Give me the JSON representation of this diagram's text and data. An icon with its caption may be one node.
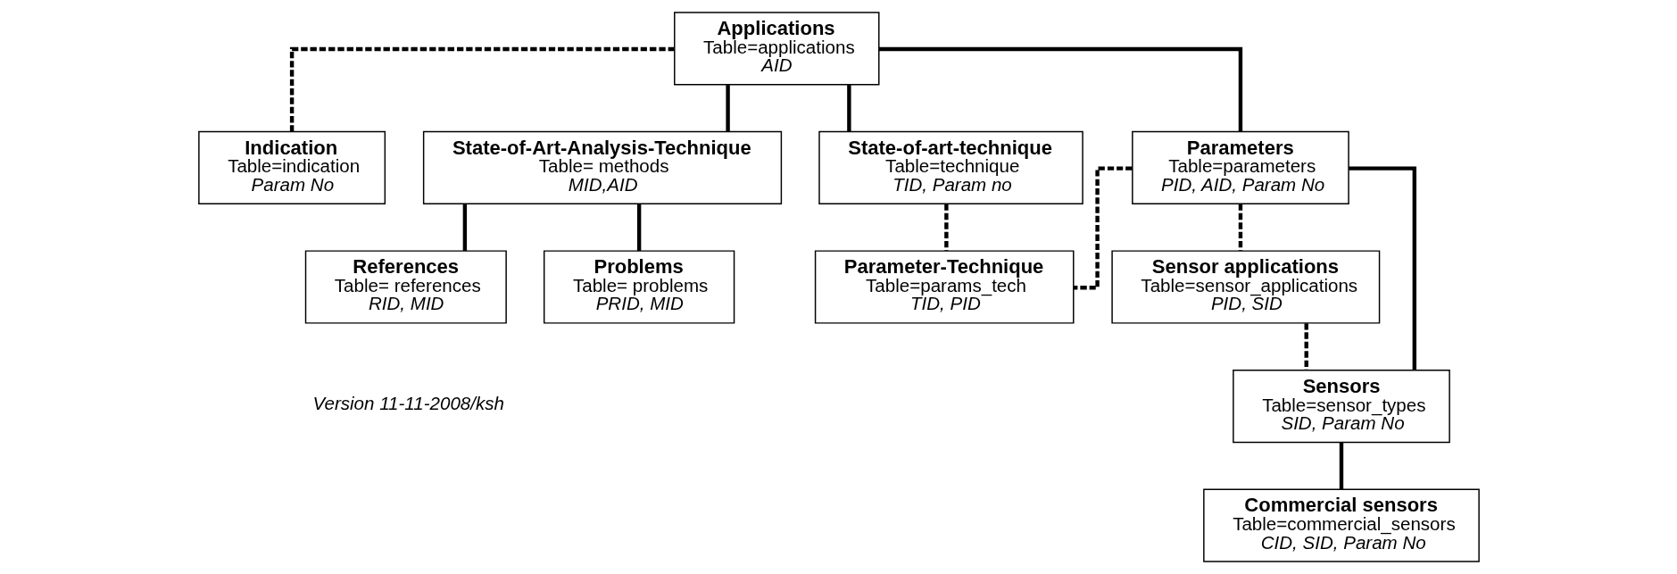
{
  "diagram": {
    "nodes": [
      {
        "text": [
          "Applications",
          "Table=applications",
          "AID"
        ]
      },
      {
        "text": [
          "Indication",
          "Table=indication",
          "Param No"
        ]
      },
      {
        "text": [
          "State-of-Art-Analysis-Technique",
          "Table= methods",
          "MID,AID"
        ]
      },
      {
        "text": [
          "State-of-art-technique",
          "Table=technique",
          "TID, Param no"
        ]
      },
      {
        "text": [
          "Parameters",
          "Table=parameters",
          "PID, AID, Param No"
        ]
      },
      {
        "text": [
          "References",
          "Table= references",
          "RID, MID"
        ]
      },
      {
        "text": [
          "Problems",
          "Table= problems",
          "PRID, MID"
        ]
      },
      {
        "text": [
          "Parameter-Technique",
          "Table=params_tech",
          "TID, PID"
        ]
      },
      {
        "text": [
          "Sensor applications",
          "Table=sensor_applications",
          "PID, SID"
        ]
      },
      {
        "text": [
          "Sensors",
          "Table=sensor_types",
          "SID, Param No"
        ]
      },
      {
        "text": [
          "Commercial sensors",
          "Table=commercial_sensors",
          "CID, SID, Param No"
        ]
      }
    ],
    "edges": [
      {
        "from": 0,
        "to": 1,
        "arrow": "none",
        "style": "dashed"
      },
      {
        "from": 0,
        "to": 2,
        "arrow": "none"
      },
      {
        "from": 0,
        "to": 3,
        "arrow": "none"
      },
      {
        "from": 0,
        "to": 4,
        "arrow": "none"
      },
      {
        "from": 2,
        "to": 5,
        "arrow": "none"
      },
      {
        "from": 2,
        "to": 6,
        "arrow": "none"
      },
      {
        "from": 3,
        "to": 7,
        "arrow": "none",
        "style": "dashed"
      },
      {
        "from": 4,
        "to": 7,
        "arrow": "none",
        "style": "dashed"
      },
      {
        "from": 4,
        "to": 9,
        "arrow": "none"
      },
      {
        "from": 4,
        "to": 8,
        "arrow": "none",
        "style": "dashed"
      },
      {
        "from": 8,
        "to": 9,
        "arrow": "none",
        "style": "dashed"
      },
      {
        "from": 9,
        "to": 10,
        "arrow": "none"
      }
    ],
    "labels": [
      "Version 11-11-2008/ksh"
    ]
  }
}
